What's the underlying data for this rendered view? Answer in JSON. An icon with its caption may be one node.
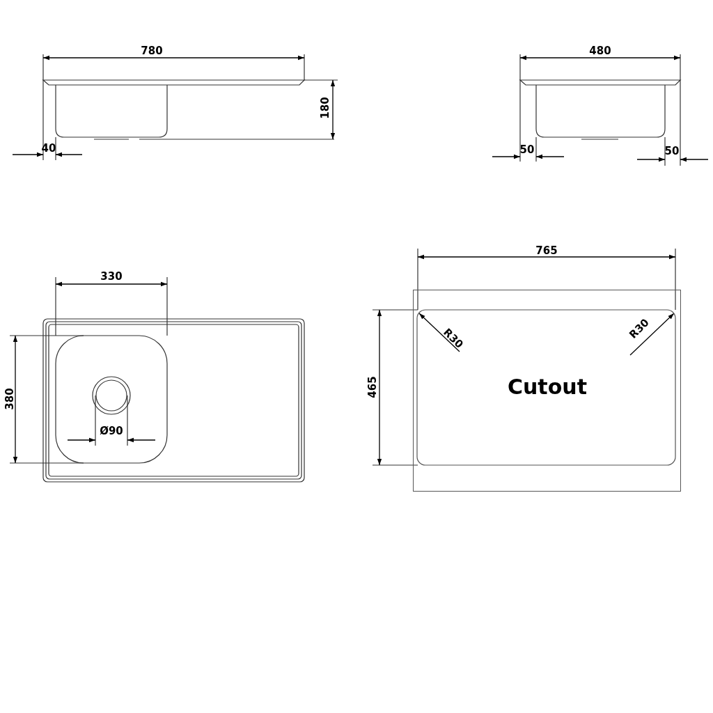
{
  "diagram": {
    "nodes": [
      {
        "text": [
          "Cutout"
        ]
      }
    ],
    "labels": [
      "780",
      "480",
      "180",
      "40",
      "50",
      "50",
      "765",
      "330",
      "R30",
      "R30",
      "380",
      "465",
      "Ø90"
    ]
  }
}
